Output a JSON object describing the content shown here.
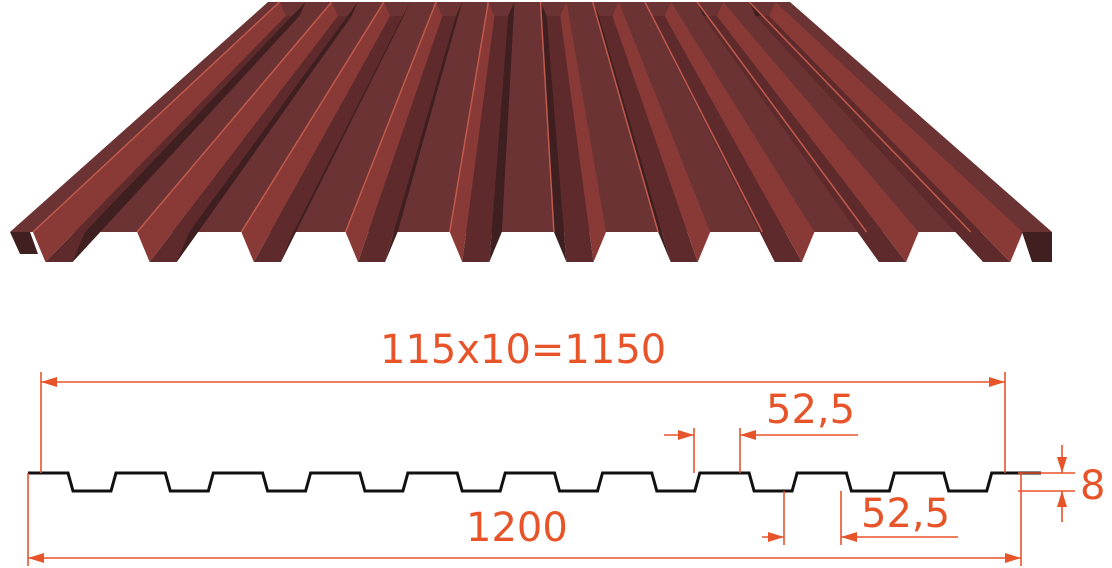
{
  "colors": {
    "sheet_dark": "#3f1f1f",
    "sheet_mid": "#5e2a2b",
    "sheet_face": "#6b3334",
    "sheet_light": "#8a3a36",
    "sheet_edge": "#c05a4c",
    "dimension": "#e8542a",
    "profile": "#111111"
  },
  "dimensions": {
    "overall_useful": "115x10=1150",
    "top_rib": "52,5",
    "bottom_rib": "52,5",
    "full_width": "1200",
    "height": "8"
  }
}
